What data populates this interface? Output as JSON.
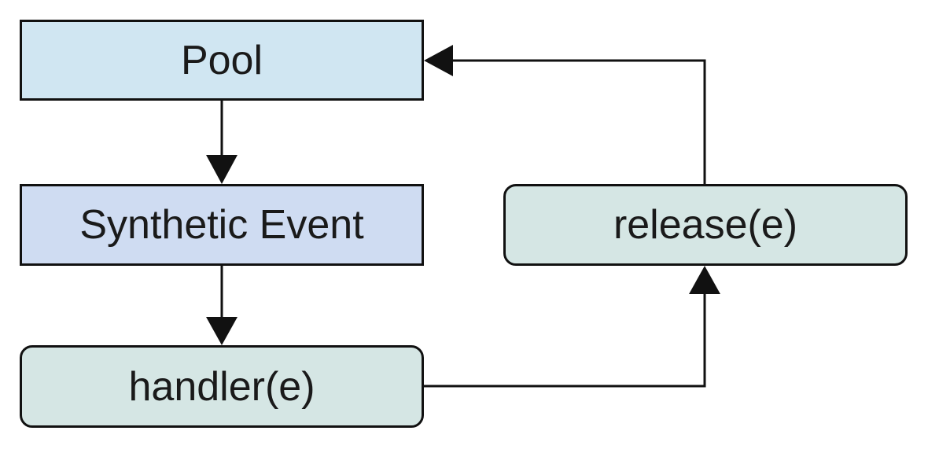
{
  "nodes": {
    "pool": {
      "label": "Pool",
      "fill": "#d0e6f2"
    },
    "synthetic_event": {
      "label": "Synthetic Event",
      "fill": "#cfdcf2"
    },
    "handler": {
      "label": "handler(e)",
      "fill": "#d5e6e4"
    },
    "release": {
      "label": "release(e)",
      "fill": "#d5e6e4"
    }
  },
  "edges": [
    {
      "from": "pool",
      "to": "synthetic_event"
    },
    {
      "from": "synthetic_event",
      "to": "handler"
    },
    {
      "from": "handler",
      "to": "release"
    },
    {
      "from": "release",
      "to": "pool"
    }
  ],
  "colors": {
    "stroke": "#111111",
    "text": "#1a1a1a"
  }
}
